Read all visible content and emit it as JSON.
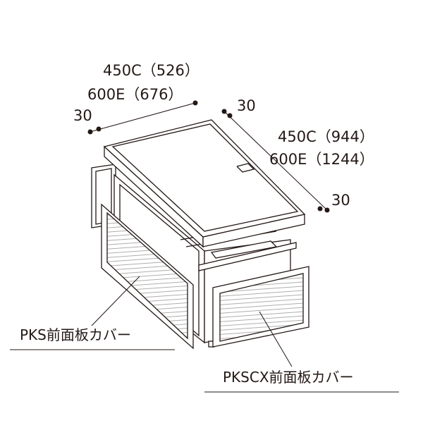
{
  "dimensions": {
    "width_top_450c": "450C（526）",
    "width_top_600e": "600E（676）",
    "margin_left": "30",
    "margin_right_top": "30",
    "depth_450c": "450C（944）",
    "depth_600e": "600E（1244）",
    "margin_right_bottom": "30"
  },
  "labels": {
    "left_cover": "PKS前面板カバー",
    "right_cover": "PKSCX前面板カバー"
  },
  "colors": {
    "line": "#231815",
    "panel_fill": "#ffffff",
    "hatch": "#8c8c8c"
  }
}
